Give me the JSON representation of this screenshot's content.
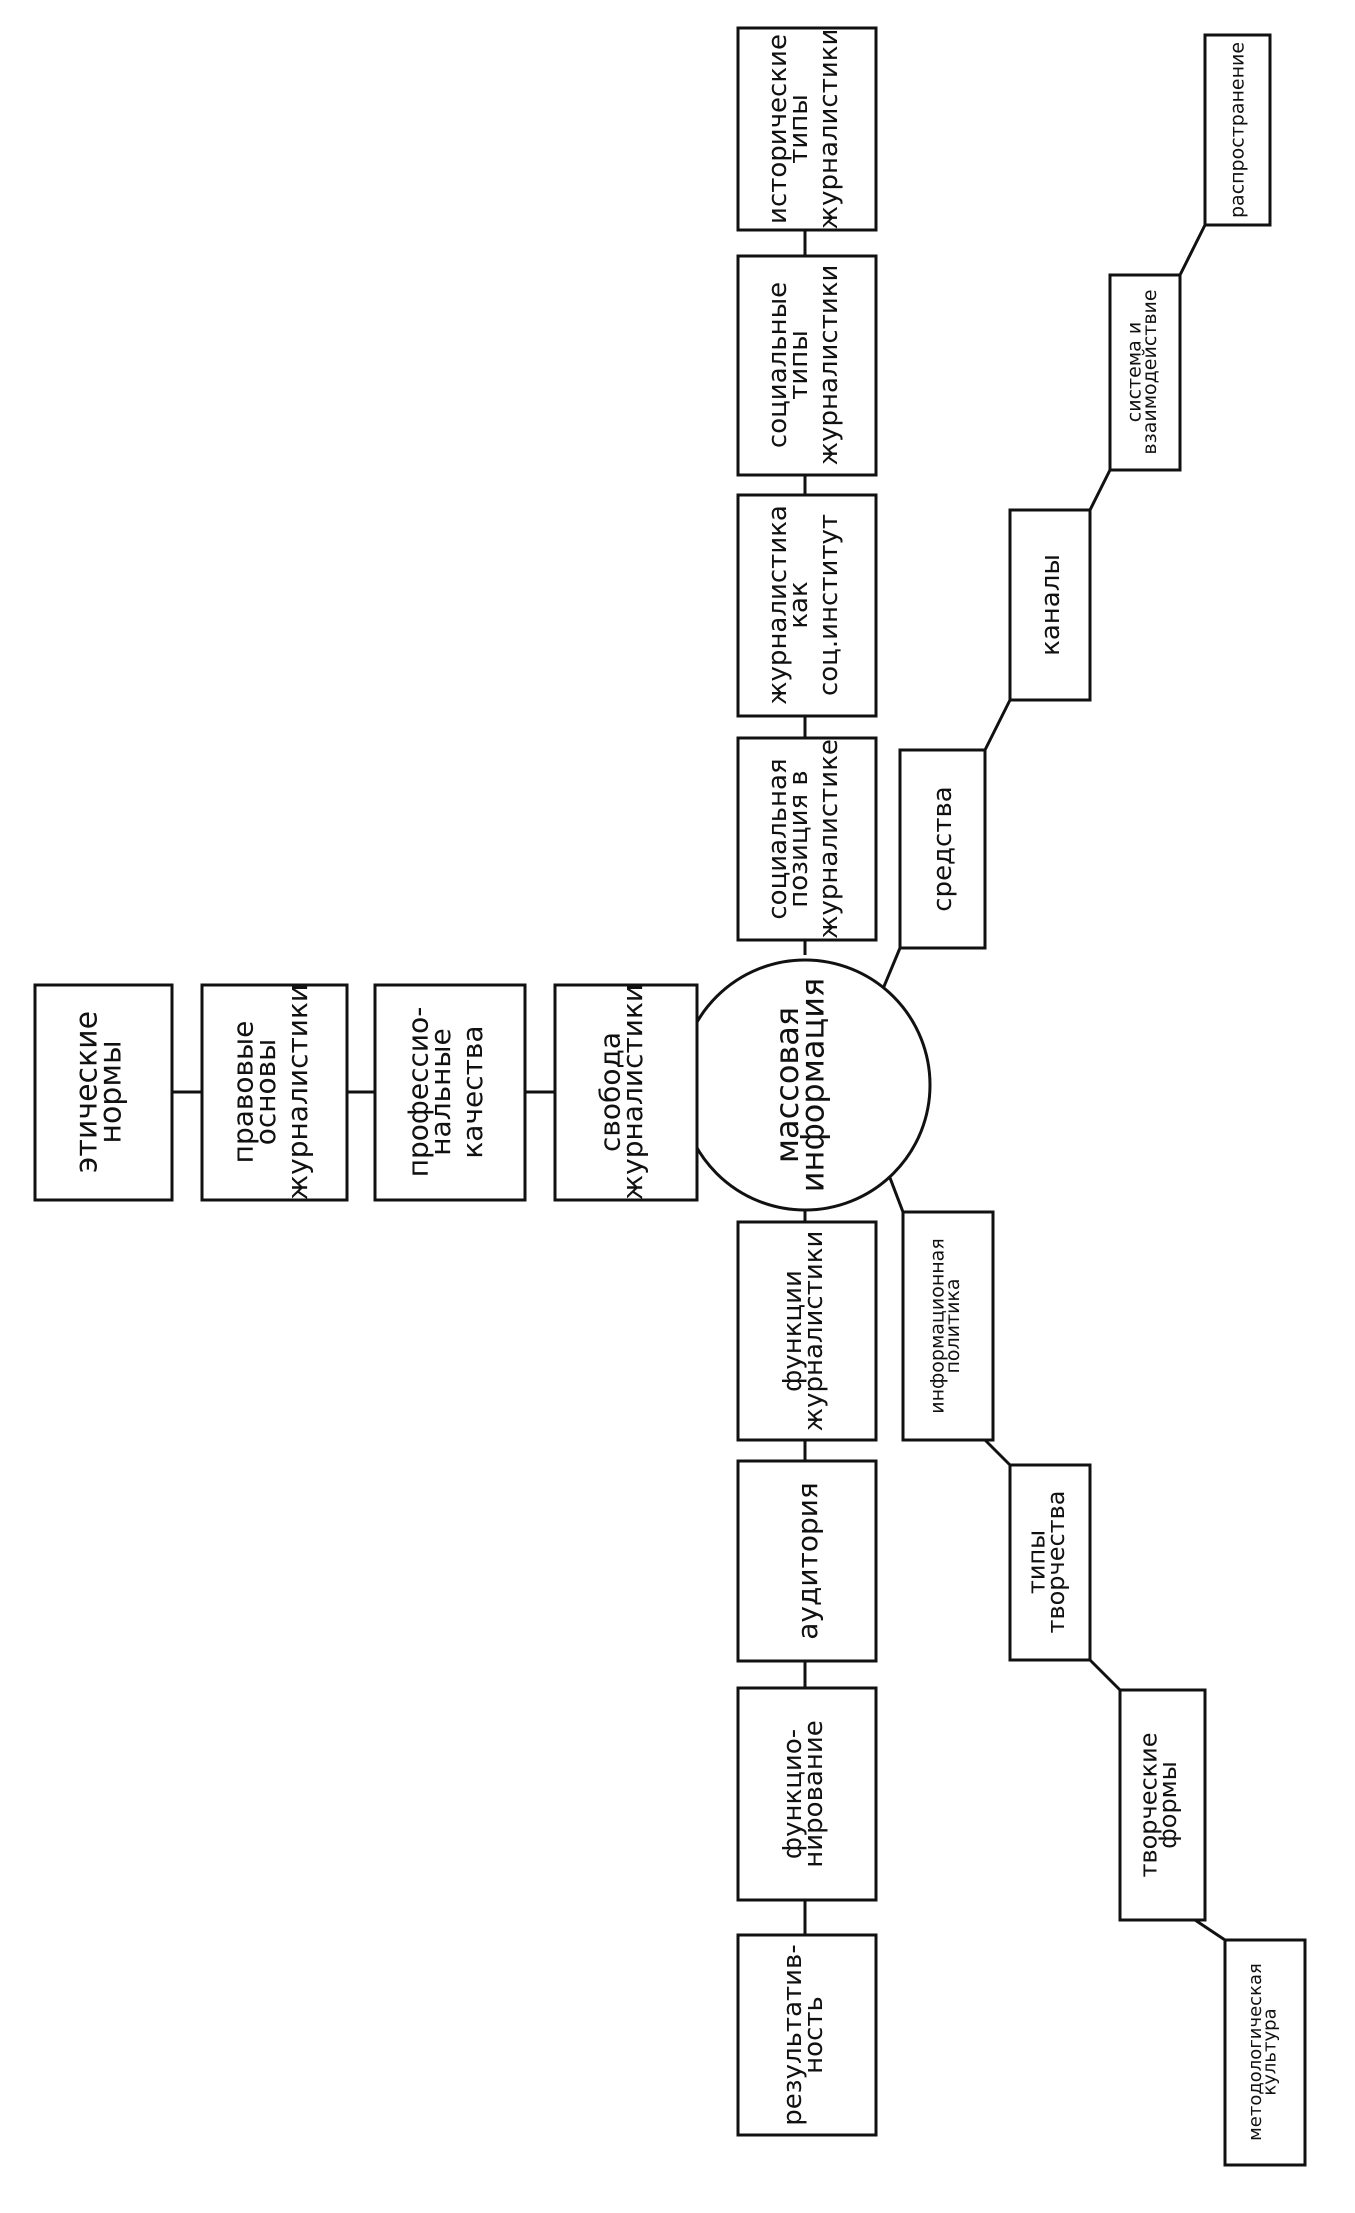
{
  "center": "массовая информация",
  "left_column": [
    "этические нормы",
    "правовые основы журналистики",
    "профессио- нальные качества",
    "свобода журналистики"
  ],
  "top_chain": [
    "социальная позиция в журналистике",
    "журналистика как соц.институт",
    "социальные типы журналистики",
    "исторические типы журналистики"
  ],
  "bottom_chain": [
    "функции журналистики",
    "аудитория",
    "функцио- нирование",
    "результатив- ность"
  ],
  "upper_branch": [
    "средства",
    "каналы",
    "система и взаимодействие",
    "распространение"
  ],
  "lower_branch": [
    "информационная политика",
    "типы творчества",
    "творческие формы",
    "методологическая культура"
  ],
  "colors": {
    "ink": "#111111",
    "paper": "#ffffff"
  }
}
